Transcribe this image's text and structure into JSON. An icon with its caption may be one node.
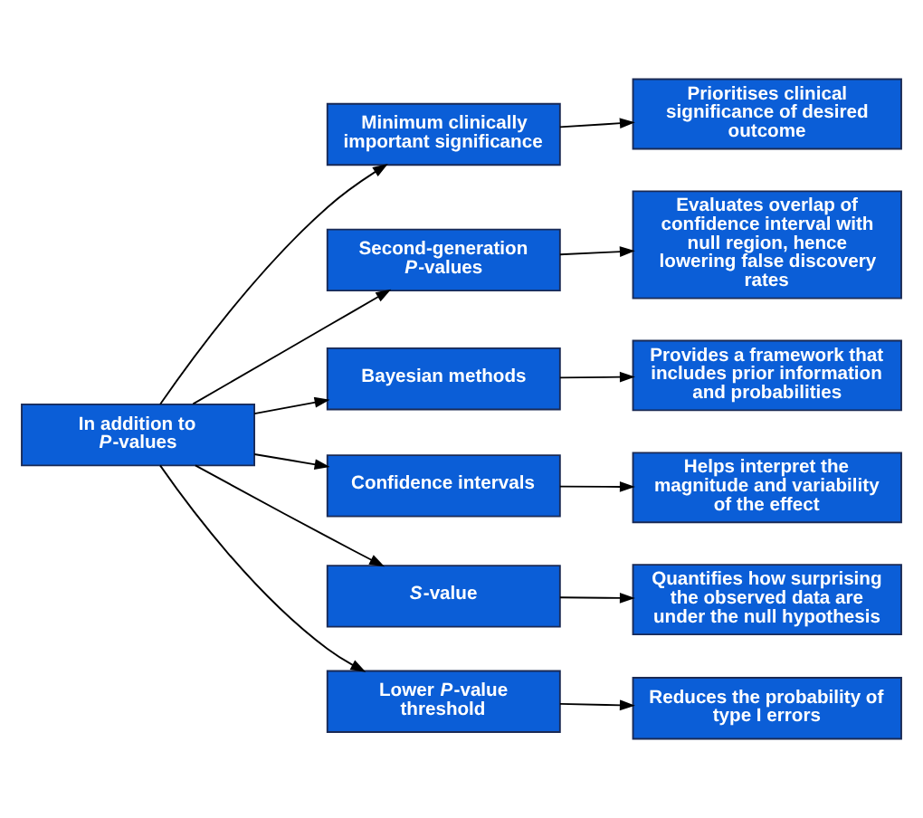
{
  "diagram": {
    "nodes": [
      {
        "text": [
          "In addition to *P*-values"
        ]
      },
      {
        "text": [
          "Minimum clinically important significance"
        ]
      },
      {
        "text": [
          "Second-generation *P*-values"
        ]
      },
      {
        "text": [
          "Bayesian methods"
        ]
      },
      {
        "text": [
          "Confidence intervals"
        ]
      },
      {
        "text": [
          "*S*-value"
        ]
      },
      {
        "text": [
          "Lower *P*-value threshold"
        ]
      },
      {
        "text": [
          "Prioritises clinical significance of desired outcome"
        ]
      },
      {
        "text": [
          "Evaluates overlap of confidence interval with null region, hence lowering false discovery rates"
        ]
      },
      {
        "text": [
          "Provides a framework that includes prior information and probabilities"
        ]
      },
      {
        "text": [
          "Helps interpret the magnitude and variability of the effect"
        ]
      },
      {
        "text": [
          "Quantifies how surprising the observed data are under the null hypothesis"
        ]
      },
      {
        "text": [
          "Reduces the probability of type I errors"
        ]
      }
    ],
    "edges": [
      {
        "from": 0,
        "to": 1,
        "arrow": "to"
      },
      {
        "from": 0,
        "to": 2,
        "arrow": "to"
      },
      {
        "from": 0,
        "to": 3,
        "arrow": "to"
      },
      {
        "from": 0,
        "to": 4,
        "arrow": "to"
      },
      {
        "from": 0,
        "to": 5,
        "arrow": "to"
      },
      {
        "from": 0,
        "to": 6,
        "arrow": "to"
      },
      {
        "from": 1,
        "to": 7,
        "arrow": "to"
      },
      {
        "from": 2,
        "to": 8,
        "arrow": "to"
      },
      {
        "from": 3,
        "to": 9,
        "arrow": "to"
      },
      {
        "from": 4,
        "to": 10,
        "arrow": "to"
      },
      {
        "from": 5,
        "to": 11,
        "arrow": "to"
      },
      {
        "from": 6,
        "to": 12,
        "arrow": "to"
      }
    ]
  }
}
